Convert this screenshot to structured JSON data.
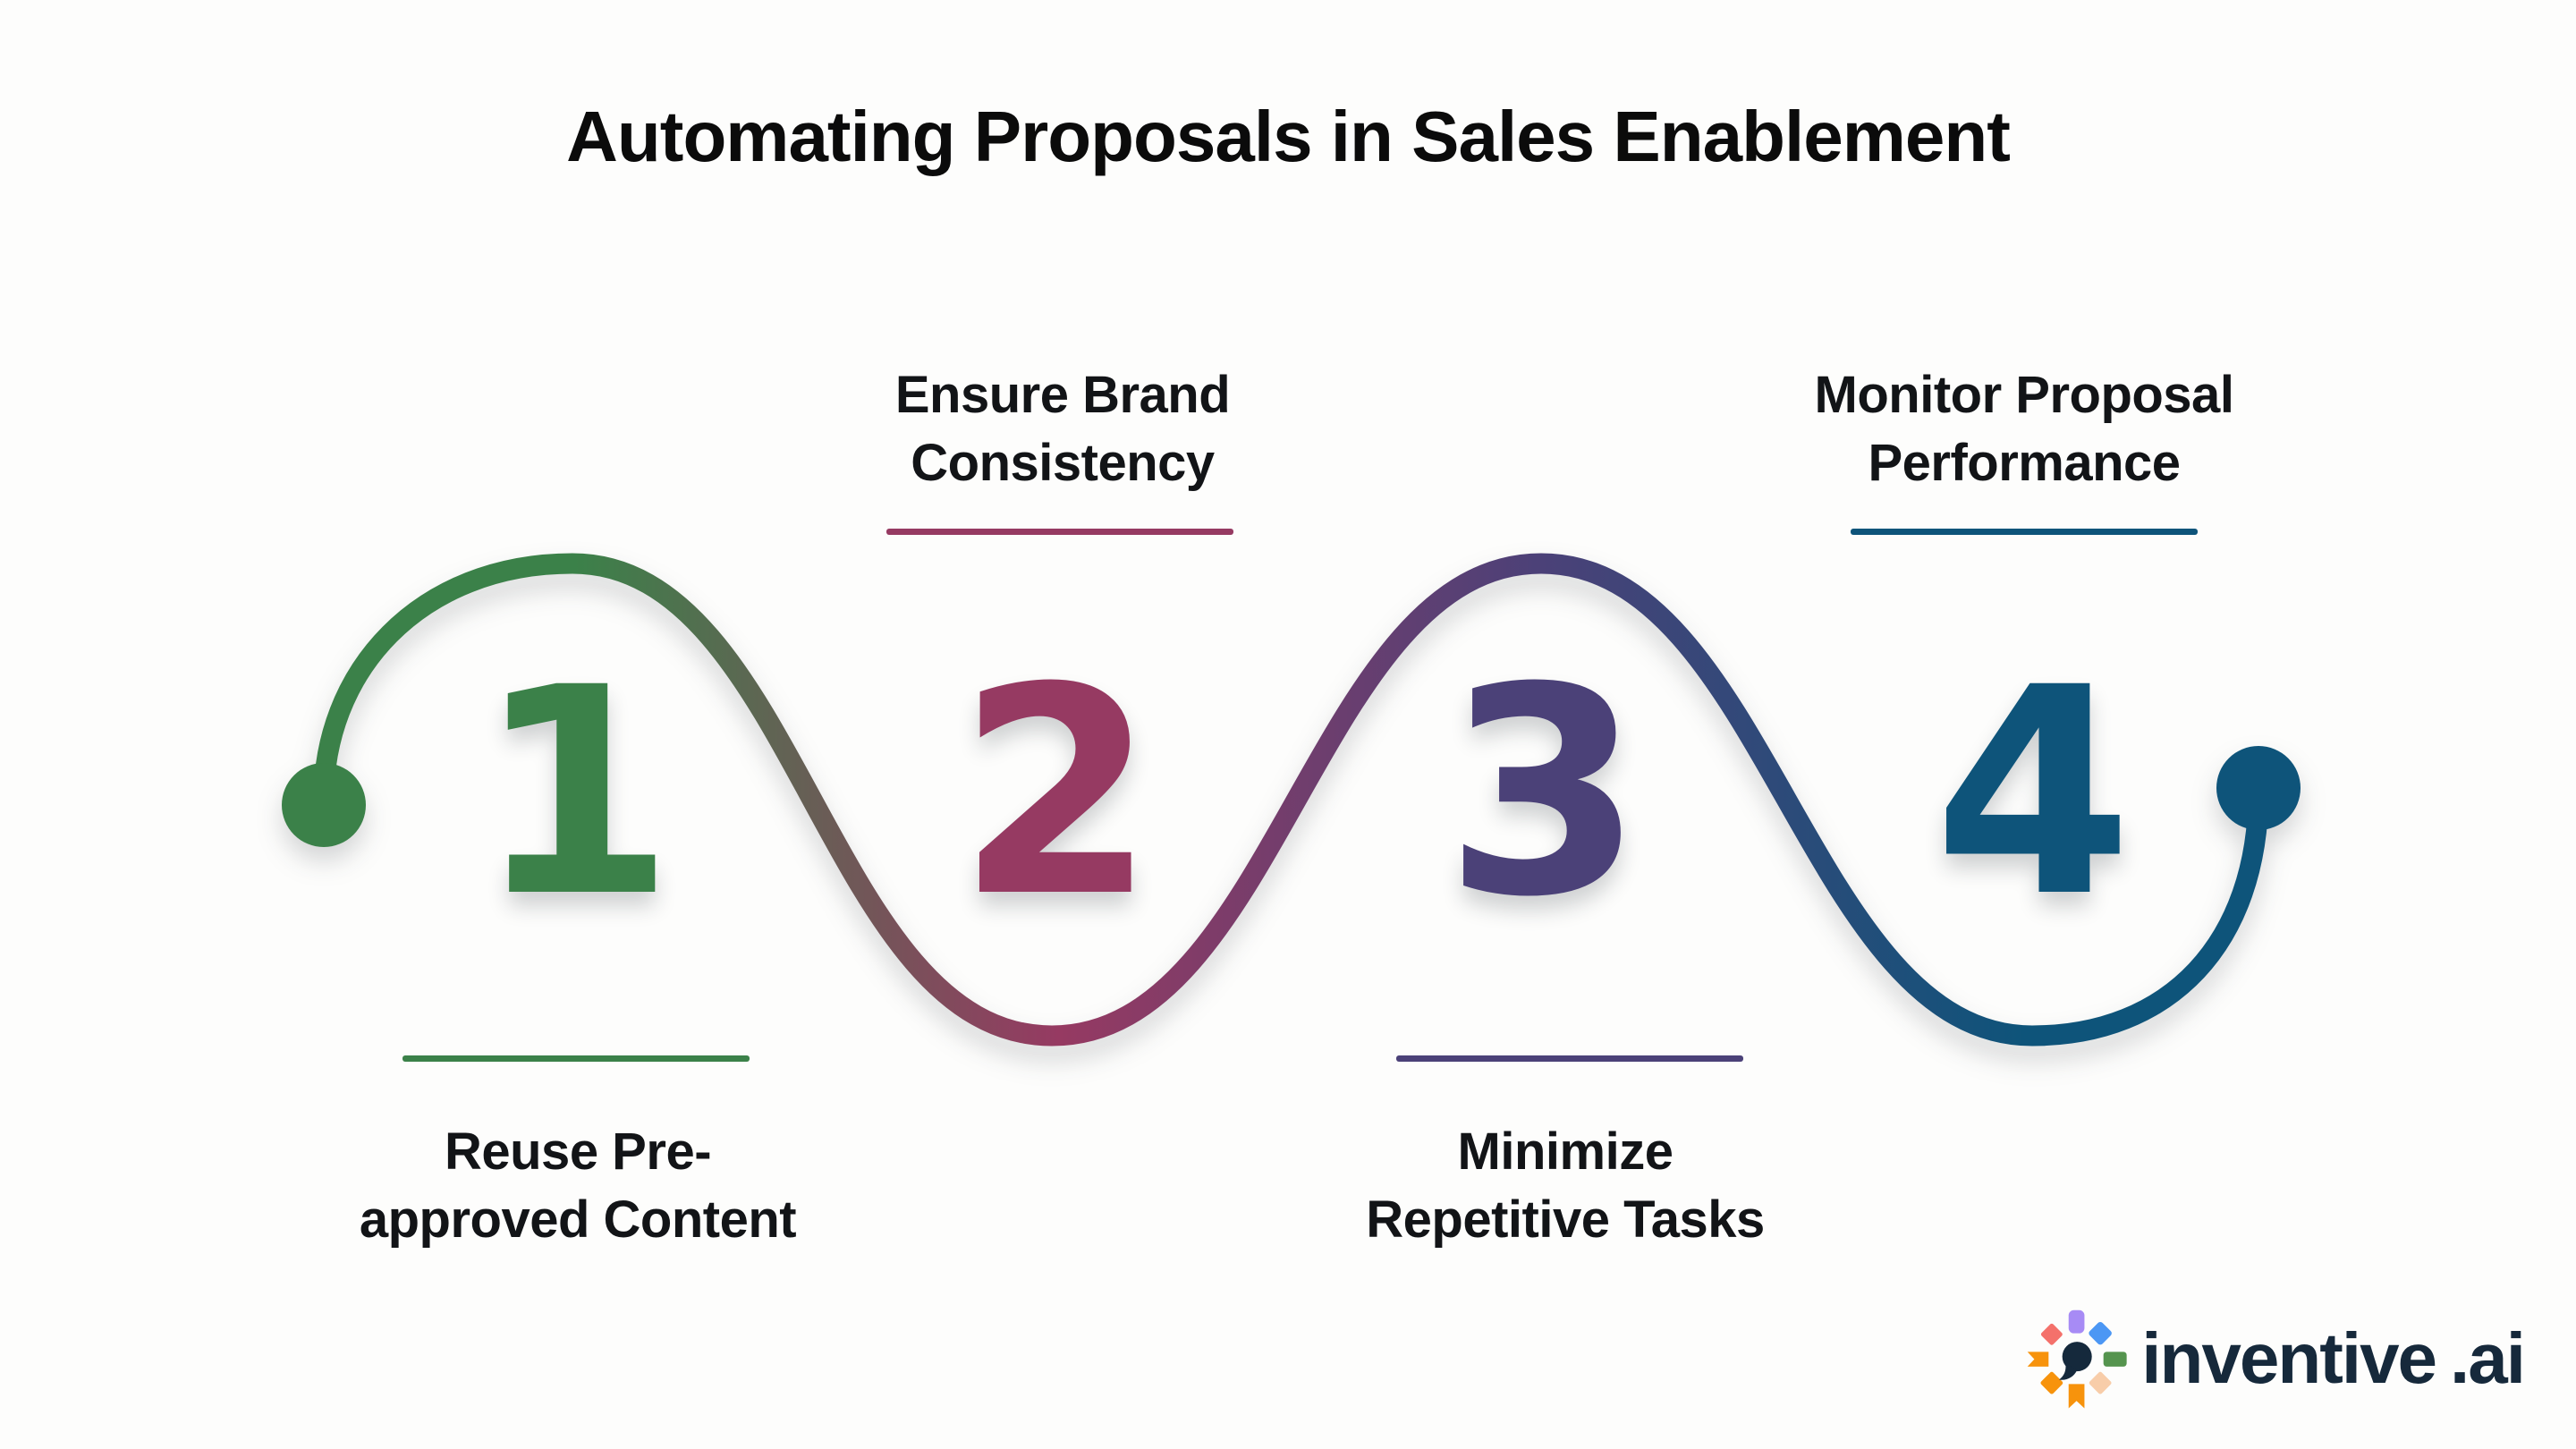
{
  "title": "Automating Proposals in Sales Enablement",
  "colors": {
    "background": "#FDFDFC",
    "title_text": "#0B0B0B",
    "label_text": "#121417"
  },
  "steps": [
    {
      "number": "1",
      "label": "Reuse Pre-approved Content",
      "color": "#3B8149",
      "label_position": "below"
    },
    {
      "number": "2",
      "label": "Ensure Brand Consistency",
      "color": "#963A62",
      "label_position": "above"
    },
    {
      "number": "3",
      "label": "Minimize Repetitive Tasks",
      "color": "#4B4178",
      "label_position": "below"
    },
    {
      "number": "4",
      "label": "Monitor Proposal Performance",
      "color": "#0E547A",
      "label_position": "above"
    }
  ],
  "flow_line": {
    "start_dot_color": "#3B8149",
    "end_dot_color": "#0E547A"
  },
  "logo": {
    "text": "inventive",
    "suffix": ".ai",
    "text_color": "#16293B",
    "icon_colors": {
      "purple": "#A78BF5",
      "blue": "#4C97F4",
      "green": "#55944E",
      "peach": "#F8CDA9",
      "orange": "#F7930C",
      "coral": "#F4716B",
      "navy": "#15293C"
    }
  }
}
